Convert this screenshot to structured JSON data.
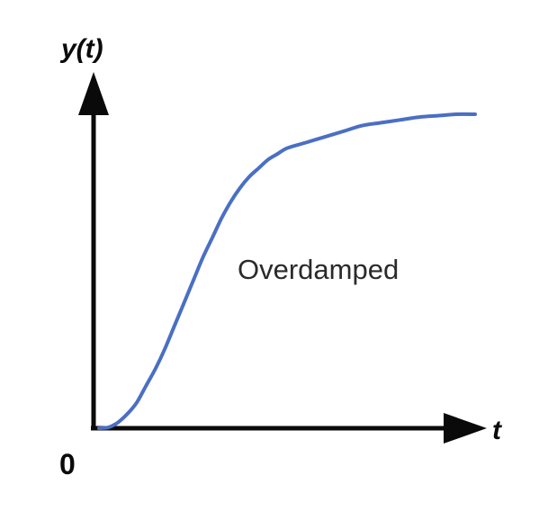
{
  "chart_data": {
    "type": "line",
    "ylabel": "y(t)",
    "xlabel": "t",
    "origin_label": "0",
    "annotation": "Overdamped",
    "xlim": [
      0,
      10
    ],
    "ylim": [
      0,
      1.25
    ],
    "grid": false,
    "series": [
      {
        "x": [
          0,
          0.25,
          0.5,
          0.75,
          1,
          1.25,
          1.5,
          1.75,
          2,
          2.25,
          2.5,
          2.75,
          3,
          3.25,
          3.5,
          3.75,
          4,
          4.25,
          4.5,
          4.75,
          5,
          5.5,
          6,
          6.5,
          7,
          7.5,
          8,
          8.5,
          9,
          9.5,
          10
        ],
        "y": [
          0,
          0.003,
          0.02,
          0.05,
          0.09,
          0.15,
          0.21,
          0.28,
          0.36,
          0.44,
          0.52,
          0.6,
          0.67,
          0.74,
          0.8,
          0.85,
          0.89,
          0.92,
          0.95,
          0.97,
          0.99,
          1.01,
          1.03,
          1.05,
          1.07,
          1.08,
          1.09,
          1.1,
          1.105,
          1.11,
          1.11
        ],
        "color": "#4a6fc4"
      }
    ]
  },
  "colors": {
    "curve": "#4a6fc4",
    "axes": "#0a0a0a",
    "background": "#ffffff"
  }
}
